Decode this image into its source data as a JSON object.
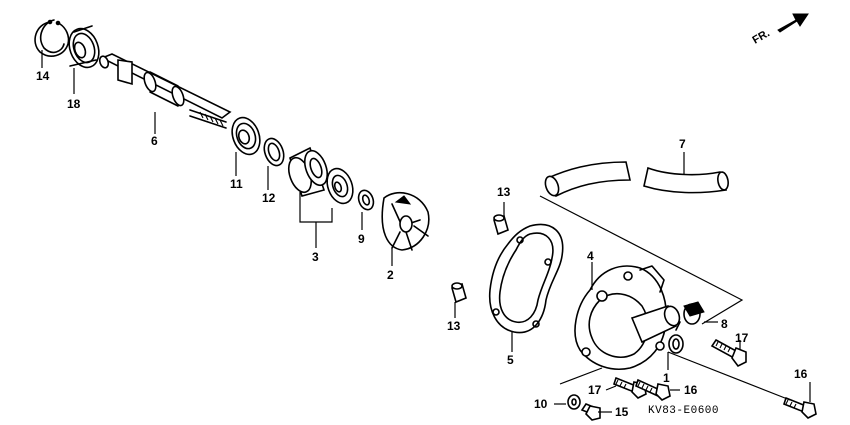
{
  "direction_label": "FR.",
  "drawing_code": "KV83-E0600",
  "callouts": {
    "c1": "1",
    "c2": "2",
    "c3": "3",
    "c4": "4",
    "c5": "5",
    "c6": "6",
    "c7": "7",
    "c8": "8",
    "c9": "9",
    "c10": "10",
    "c11": "11",
    "c12": "12",
    "c13a": "13",
    "c13b": "13",
    "c14": "14",
    "c15": "15",
    "c16a": "16",
    "c16b": "16",
    "c17a": "17",
    "c17b": "17",
    "c18": "18"
  },
  "icons": {
    "front_arrow": "front-direction-arrow-icon"
  }
}
